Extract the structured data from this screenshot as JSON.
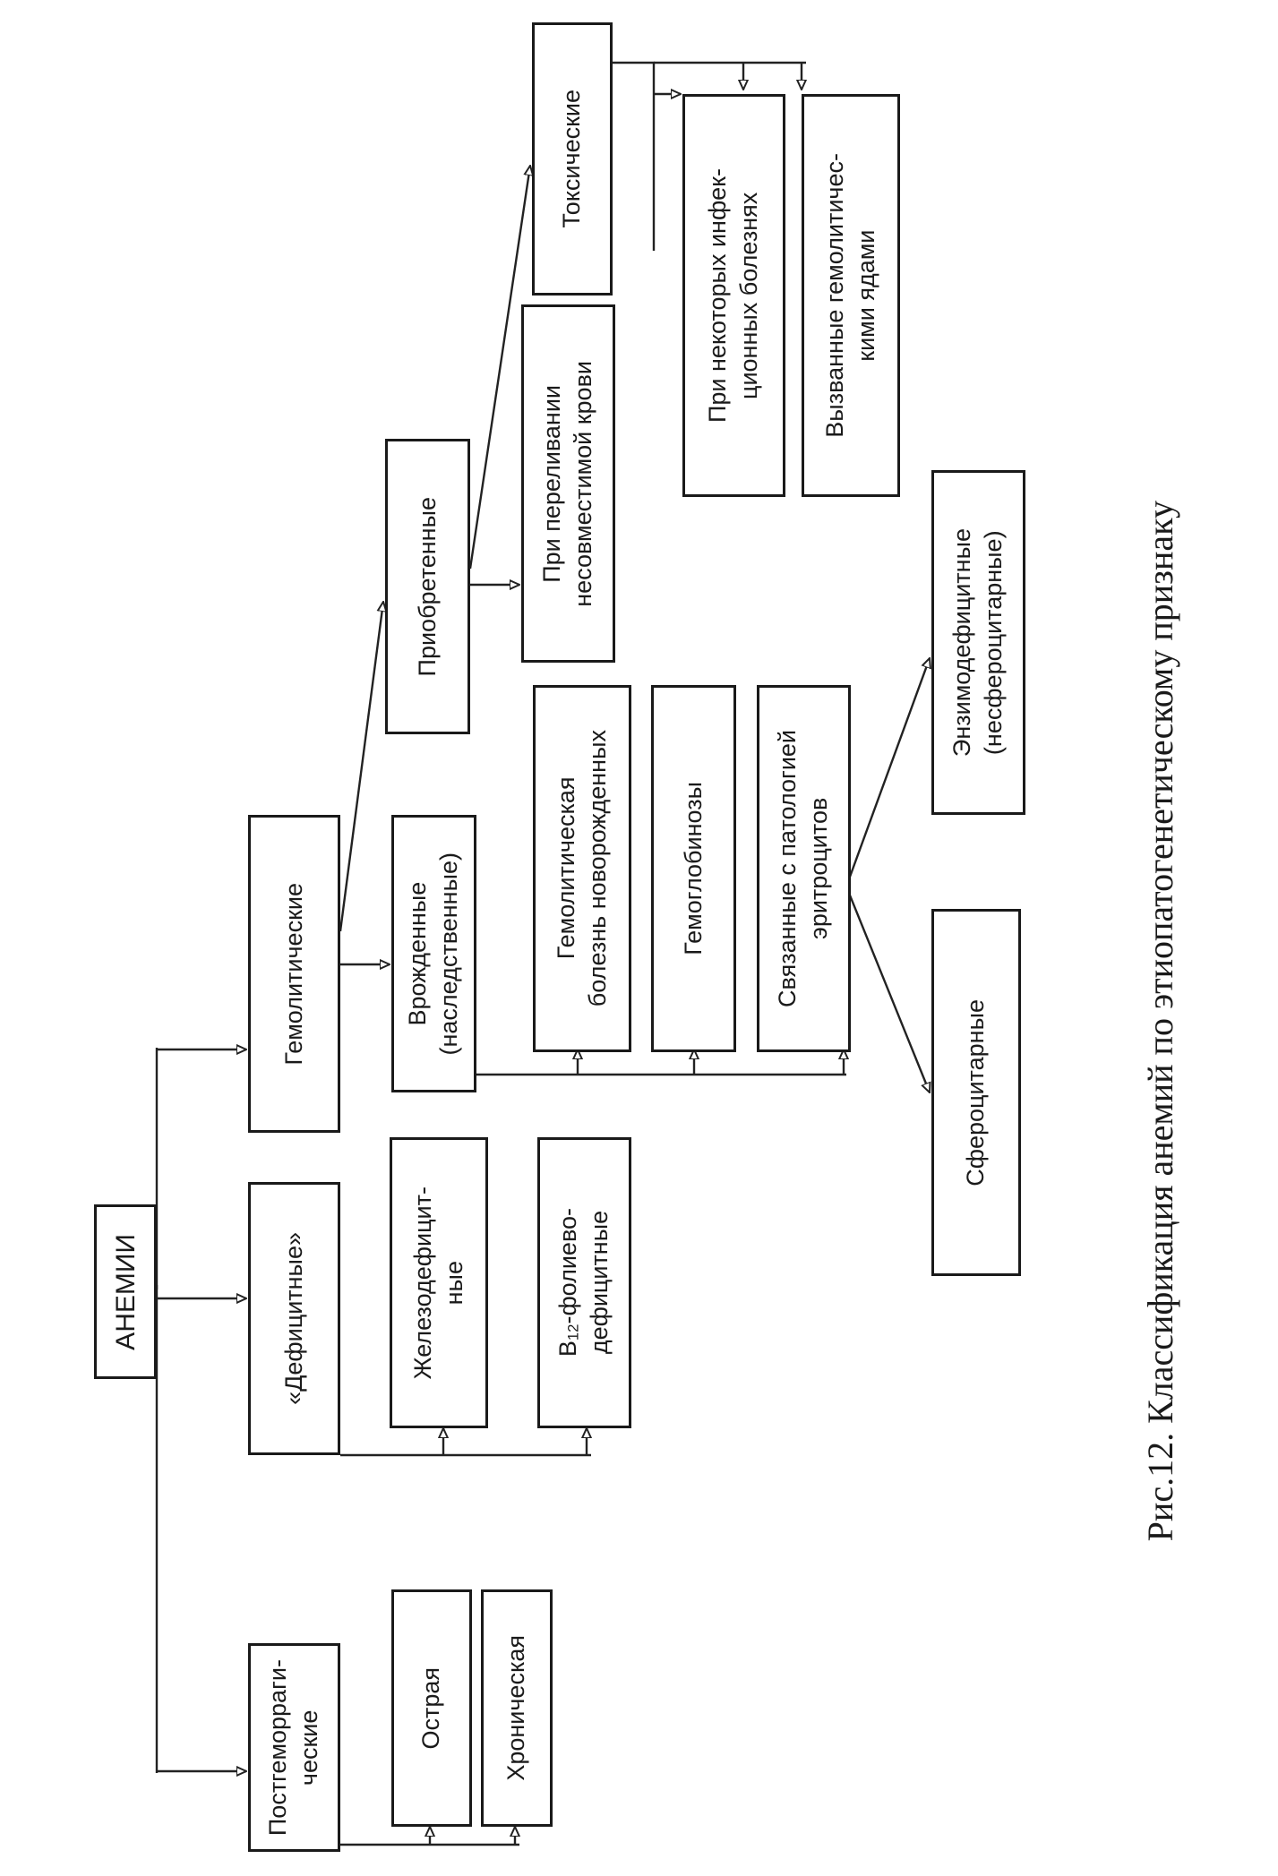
{
  "diagram": {
    "root": "АНЕМИИ",
    "categories": {
      "posthemorrhagic": "Постгеморраги-\nческие",
      "deficient": "«Дефицитные»",
      "hemolytic": "Гемолитические"
    },
    "posthemorrhagic_types": {
      "acute": "Острая",
      "chronic": "Хроническая"
    },
    "deficient_types": {
      "iron": "Железодефицит-\nные",
      "b12_letter": "B",
      "b12_subscript": "12",
      "b12_rest": "-фолиево-\nдефицитные"
    },
    "hemolytic_types": {
      "congenital": "Врожденные\n(наследственные)",
      "acquired": "Приобретенные"
    },
    "congenital_types": {
      "newborn": "Гемолитическая\nболезнь новорожденных",
      "hemoglobinoses": "Гемоглобинозы",
      "erythrocyte": "Связанные с патологией\nэритроцитов"
    },
    "erythrocyte_types": {
      "spherocytic": "Сфероцитарные",
      "enzyme": "Энзимодефицитные\n(несфероцитарные)"
    },
    "acquired_types": {
      "transfusion": "При переливании\nнесовместимой крови",
      "toxic": "Токсические"
    },
    "toxic_types": {
      "infectious": "При некоторых инфек-\nционных болезнях",
      "poisons": "Вызванные гемолитичес-\nкими ядами"
    }
  },
  "caption": "Рис.12. Классификация анемий по этиопатогенетическому признаку"
}
